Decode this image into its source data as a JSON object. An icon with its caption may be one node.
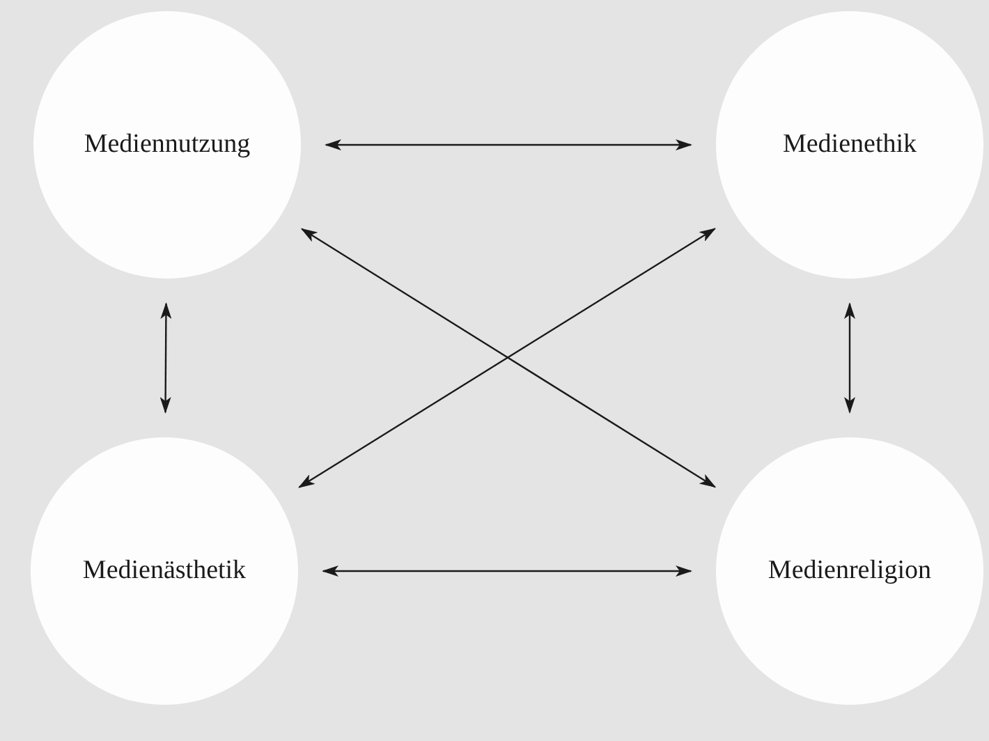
{
  "diagram": {
    "nodes": [
      {
        "text": [
          "Mediennutzung"
        ]
      },
      {
        "text": [
          "Medienethik"
        ]
      },
      {
        "text": [
          "Medienästhetik"
        ]
      },
      {
        "text": [
          "Medienreligion"
        ]
      }
    ],
    "edges": [
      {
        "from": 0,
        "to": 1,
        "arrow": "both"
      },
      {
        "from": 0,
        "to": 2,
        "arrow": "both"
      },
      {
        "from": 1,
        "to": 3,
        "arrow": "both"
      },
      {
        "from": 0,
        "to": 3,
        "arrow": "both"
      },
      {
        "from": 1,
        "to": 2,
        "arrow": "both"
      },
      {
        "from": 2,
        "to": 3,
        "arrow": "both"
      }
    ]
  }
}
